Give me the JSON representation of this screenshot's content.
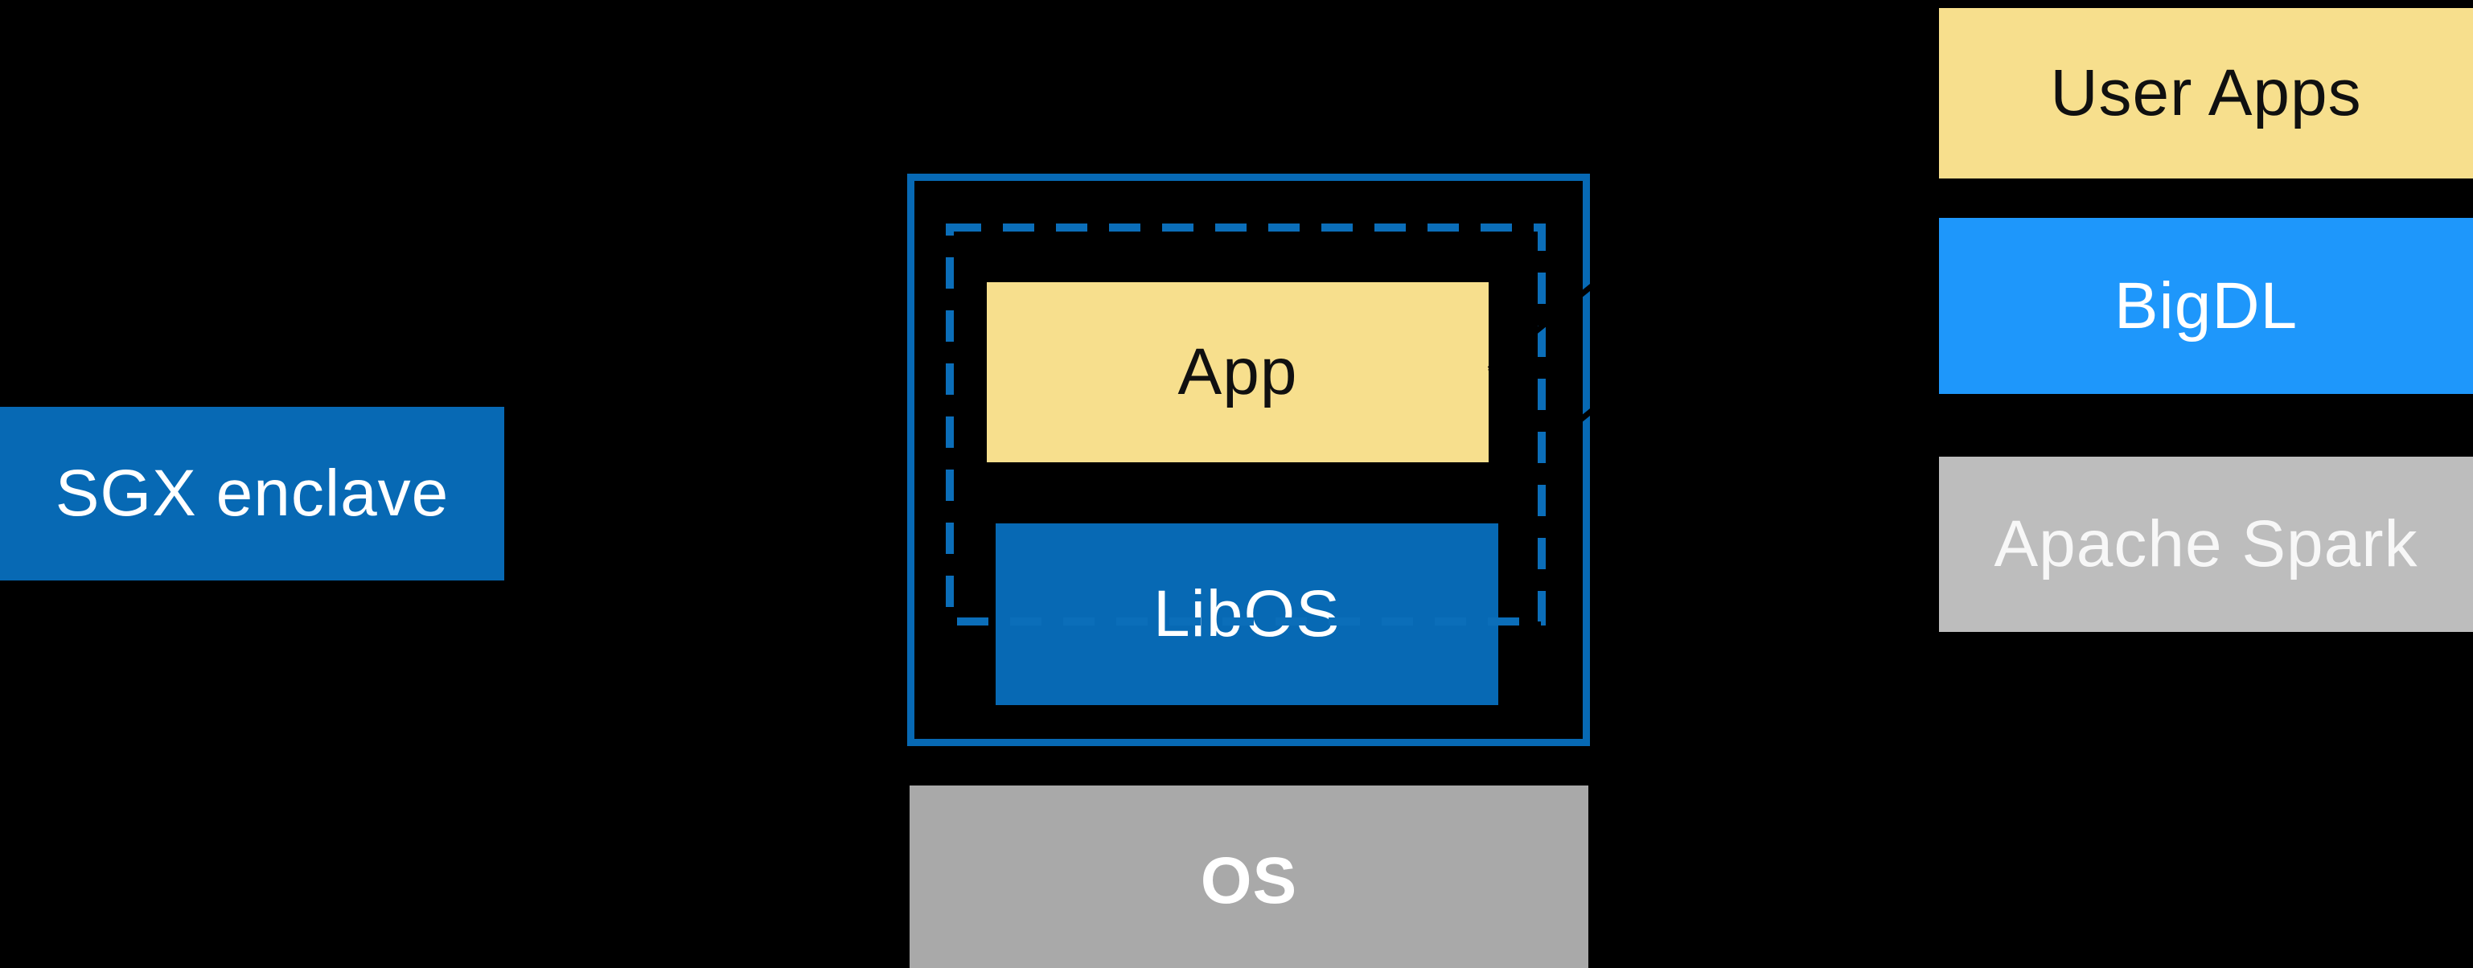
{
  "diagram": {
    "description": "SGX enclave architecture diagram on black background",
    "boxes": {
      "sgx": {
        "label": "SGX enclave"
      },
      "app": {
        "label": "App"
      },
      "libos": {
        "label": "LibOS"
      },
      "os": {
        "label": "OS"
      },
      "user_apps": {
        "label": "User Apps"
      },
      "bigdl": {
        "label": "BigDL"
      },
      "apache_spark": {
        "label": "Apache Spark"
      }
    },
    "outlines": {
      "enclave_solid_border": "solid blue rectangle around App + LibOS",
      "enclave_dashed_border": "dashed blue rectangle (SGX enclave boundary)"
    },
    "colors": {
      "background": "#000000",
      "intel_blue": "#0769B4",
      "dashed_border_blue": "#0B6EB9",
      "bigdl_blue": "#1E97FB",
      "soft_yellow": "#F7DF8D",
      "os_gray": "#A9A9A9",
      "spark_gray": "#BDBDBD",
      "arrow_black": "#000000",
      "text_white": "#FFFFFF",
      "text_black": "#101010"
    }
  }
}
